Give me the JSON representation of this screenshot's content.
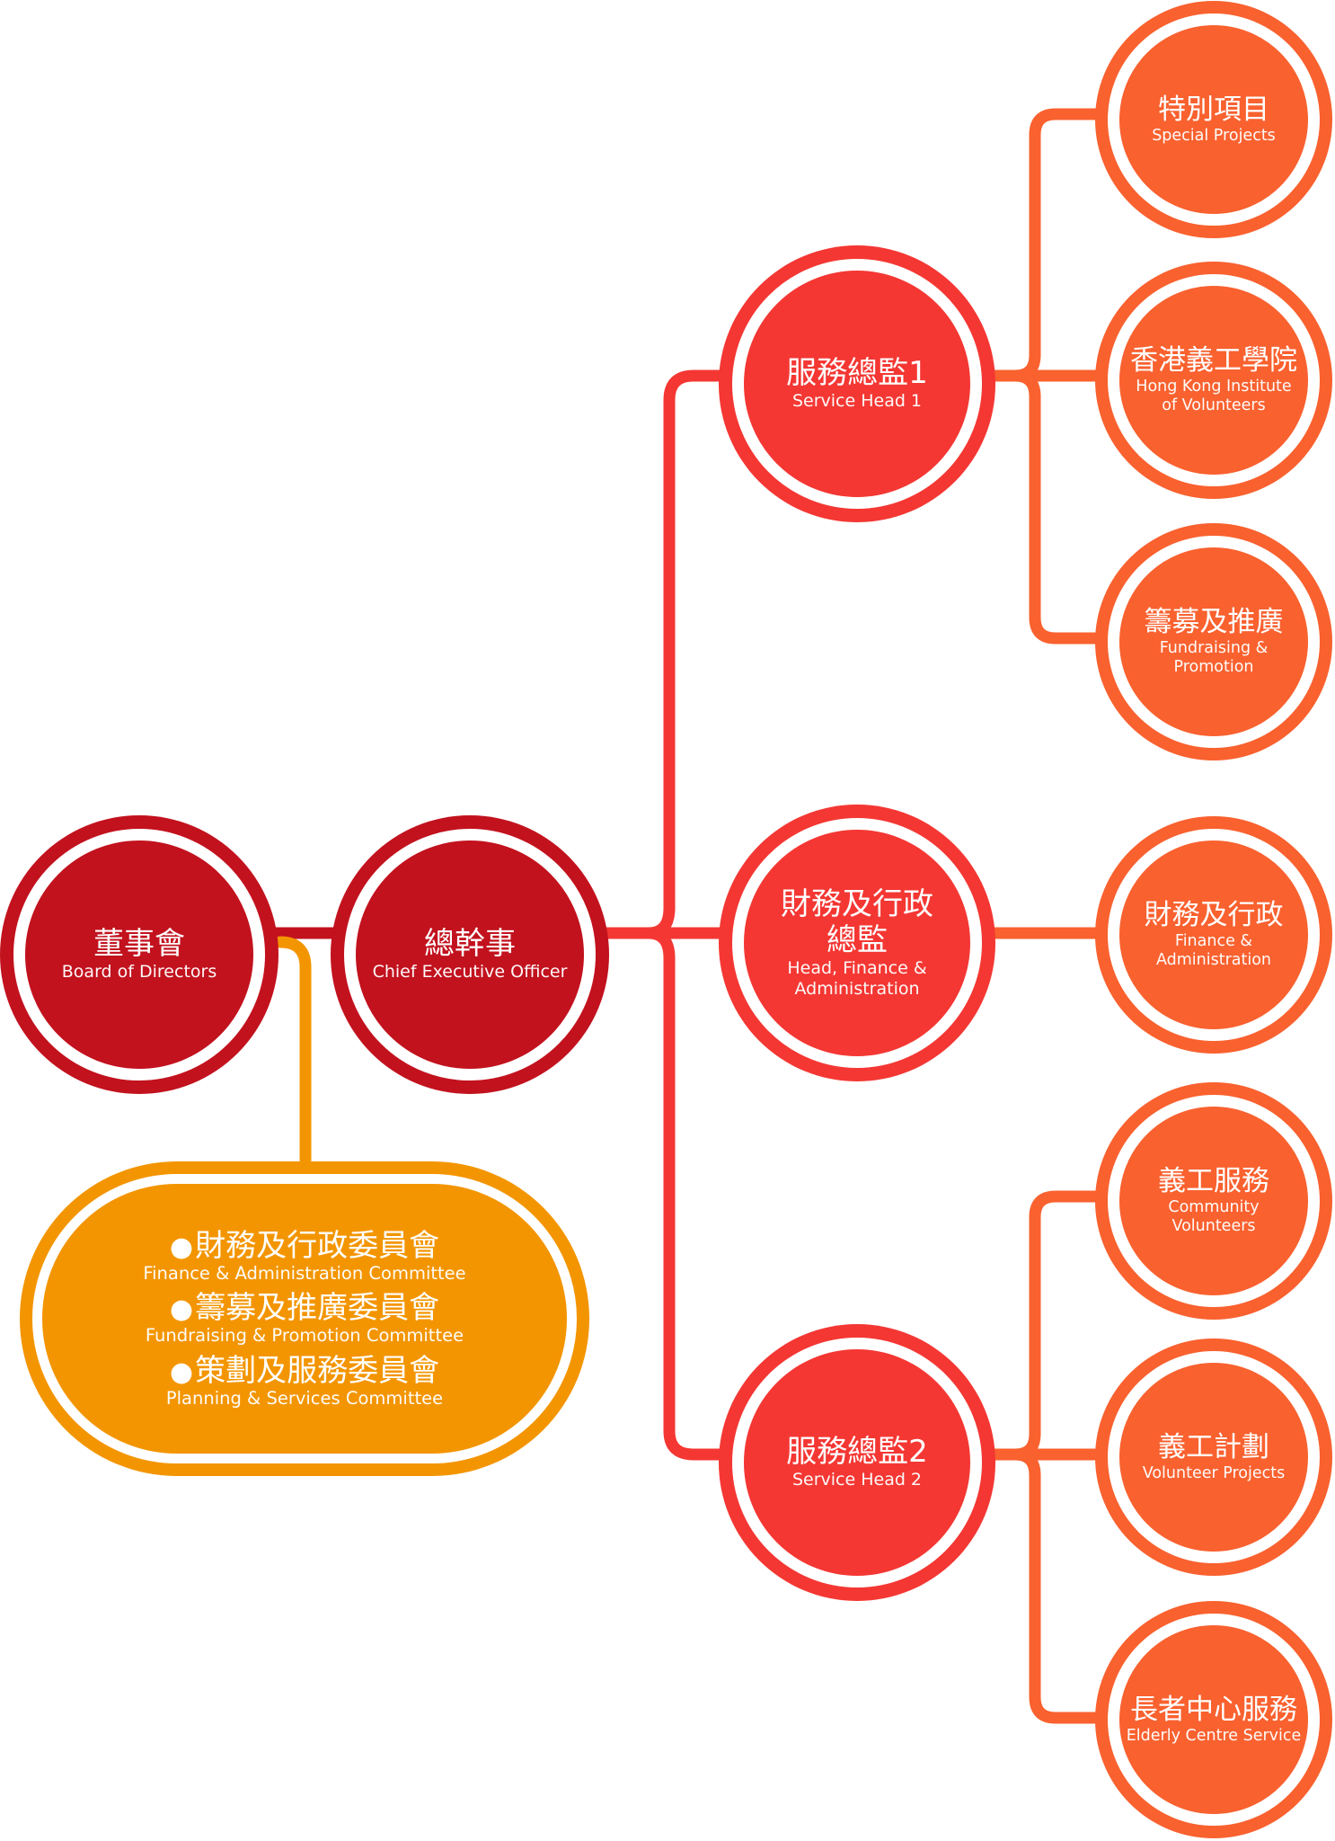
{
  "colors": {
    "board": "#c2121e",
    "head": "#f43733",
    "unit": "#f9612f",
    "committee": "#f39500"
  },
  "nodes": {
    "board": {
      "zh": "董事會",
      "en": "Board of Directors"
    },
    "ceo": {
      "zh": "總幹事",
      "en": "Chief Executive Officer"
    },
    "sh1": {
      "zh": "服務總監1",
      "en": "Service Head 1"
    },
    "hfa": {
      "zh": "財務及行政\n總監",
      "en": "Head, Finance &\nAdministration"
    },
    "sh2": {
      "zh": "服務總監2",
      "en": "Service Head 2"
    },
    "sp": {
      "zh": "特別項目",
      "en": "Special Projects"
    },
    "hkiv": {
      "zh": "香港義工學院",
      "en": "Hong Kong Institute\nof Volunteers"
    },
    "fp": {
      "zh": "籌募及推廣",
      "en": "Fundraising &\nPromotion"
    },
    "fa": {
      "zh": "財務及行政",
      "en": "Finance &\nAdministration"
    },
    "cv": {
      "zh": "義工服務",
      "en": "Community\nVolunteers"
    },
    "vp": {
      "zh": "義工計劃",
      "en": "Volunteer Projects"
    },
    "ecs": {
      "zh": "長者中心服務",
      "en": "Elderly Centre Service"
    }
  },
  "committees": [
    {
      "zh": "財務及行政委員會",
      "en": "Finance & Administration Committee"
    },
    {
      "zh": "籌募及推廣委員會",
      "en": "Fundraising & Promotion Committee"
    },
    {
      "zh": "策劃及服務委員會",
      "en": "Planning & Services Committee"
    }
  ],
  "bullet": "●"
}
